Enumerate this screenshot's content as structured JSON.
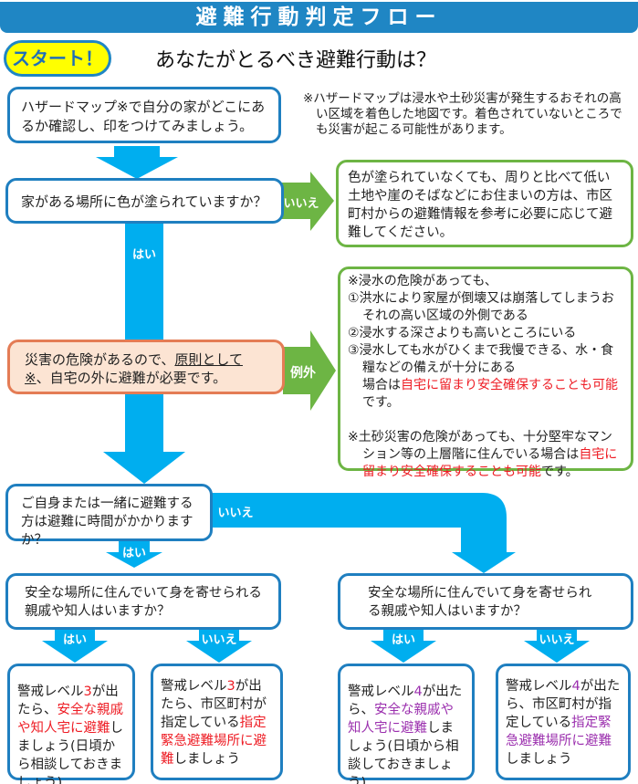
{
  "title": "避難行動判定フロー",
  "start": {
    "badge": "スタート！",
    "question": "あなたがとるべき避難行動は？"
  },
  "step1": {
    "text": "ハザードマップ※で自分の家がどこにあるか確認し、印をつけてみましょう。",
    "note": "※ハザードマップは浸水や土砂災害が発生するおそれの高い区域を着色した地図です。着色されていないところでも災害が起こる可能性があります。"
  },
  "step2": {
    "question": "家がある場所に色が塗られていますか？",
    "no_label": "いいえ",
    "yes_label": "はい",
    "no_result": "色が塗られていなくても、周りと比べて低い土地や崖のそばなどにお住まいの方は、市区町村からの避難情報を参考に必要に応じて避難してください。"
  },
  "step3": {
    "text_before": "災害の危険があるので、",
    "text_underlined": "原則として※",
    "text_after": "、自宅の外に避難が必要です。",
    "exception_label": "例外",
    "exception": {
      "intro": "※浸水の危険があっても、",
      "item1": "①洪水により家屋が倒壊又は崩落してしまうおそれの高い区域の外側である",
      "item2": "②浸水する深さよりも高いところにいる",
      "item3": "③浸水しても水がひくまで我慢できる、水・食糧などの備えが十分にある",
      "result_prefix": "場合は",
      "result_red": "自宅に留まり安全確保することも可能",
      "result_suffix": "です。",
      "landslide_prefix": "※土砂災害の危険があっても、十分堅牢なマンション等の上層階に住んでいる場合は",
      "landslide_red": "自宅に留まり安全確保することも可能",
      "landslide_suffix": "です。"
    }
  },
  "step4": {
    "question": "ご自身または一緒に避難する方は避難に時間がかかりますか？",
    "yes_label": "はい",
    "no_label": "いいえ"
  },
  "step5": {
    "question": "安全な場所に住んでいて身を寄せられる親戚や知人はいますか？",
    "yes_label": "はい",
    "no_label": "いいえ"
  },
  "results": [
    {
      "level_prefix": "警戒レベル",
      "level": "3",
      "level_suffix": "が出たら、",
      "highlight": "安全な親戚や知人宅に避難",
      "suffix": "しましょう(日頃から相談しておきましょう)"
    },
    {
      "level_prefix": "警戒レベル",
      "level": "3",
      "level_suffix": "が出たら、市区町村が指定している",
      "highlight": "指定緊急避難場所に避難",
      "suffix": "しましょう"
    },
    {
      "level_prefix": "警戒レベル",
      "level": "4",
      "level_suffix": "が出たら、",
      "highlight": "安全な親戚や知人宅に避難",
      "suffix": "しましょう(日頃から相談しておきましょう)"
    },
    {
      "level_prefix": "警戒レベル",
      "level": "4",
      "level_suffix": "が出たら、市区町村が指定している",
      "highlight": "指定緊急避難場所に避難",
      "suffix": "しましょう"
    }
  ],
  "colors": {
    "title_bg": "#1f86c4",
    "arrow_blue": "#00aeef",
    "arrow_green": "#6db544",
    "box_border_blue": "#1f7fc0",
    "box_border_green": "#6db544",
    "orange_bg": "#fce4d3",
    "orange_border": "#e47c55",
    "highlight_red": "#ee1c24",
    "highlight_purple": "#9b2fae",
    "badge_yellow": "#ffff00"
  }
}
